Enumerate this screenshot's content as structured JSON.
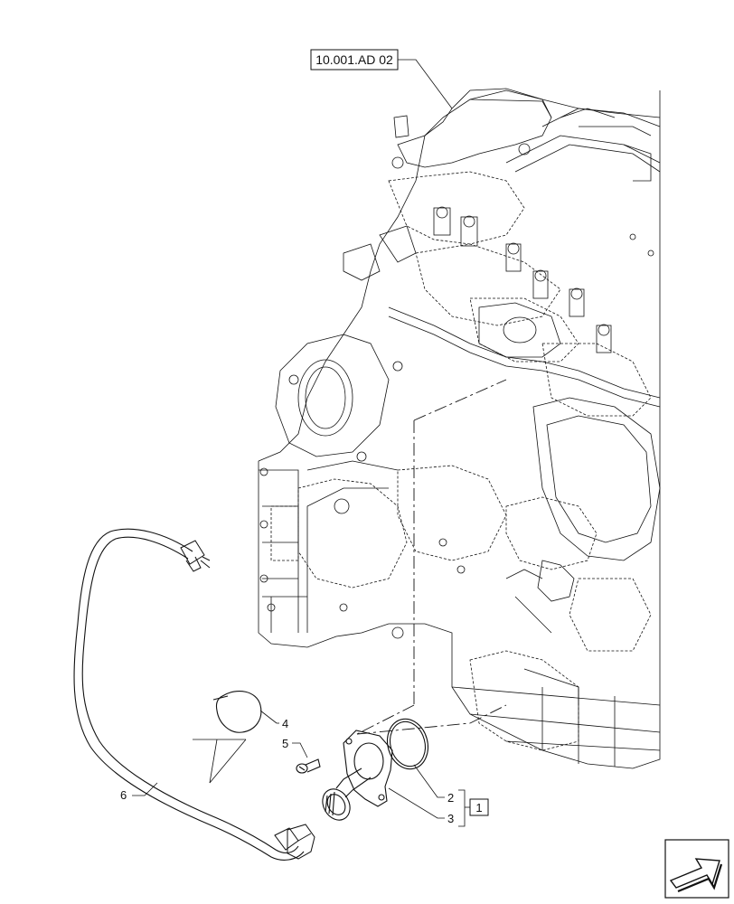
{
  "reference": {
    "label": "10.001.AD 02"
  },
  "callouts": {
    "c1": "1",
    "c2": "2",
    "c3": "3",
    "c4": "4",
    "c5": "5",
    "c6": "6"
  },
  "nav_icon": "direction-arrow-icon"
}
